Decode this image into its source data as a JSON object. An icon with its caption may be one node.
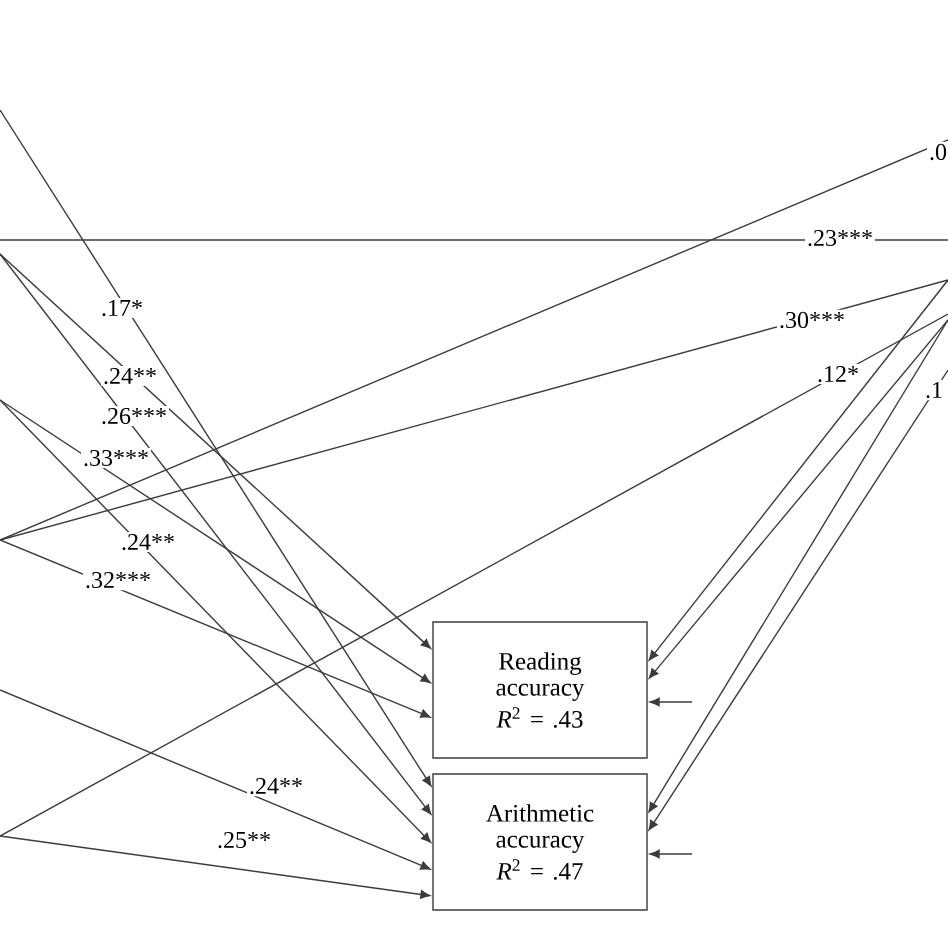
{
  "diagram": {
    "nodes": [
      {
        "text": [
          "Reading accuracy",
          "*R*$^{2}$ = .43"
        ]
      },
      {
        "text": [
          "Arithmetic accuracy",
          "*R*$^{2}$ = .47"
        ]
      }
    ],
    "edges": [
      {
        "from": null,
        "to": 1,
        "arrow": "to",
        "label": ".17*"
      },
      {
        "from": null,
        "to": 0,
        "arrow": "to",
        "label": ".24**"
      },
      {
        "from": null,
        "to": 1,
        "arrow": "to",
        "label": ".26***"
      },
      {
        "from": null,
        "to": 0,
        "arrow": "to",
        "label": ".33***"
      },
      {
        "from": null,
        "to": 1,
        "arrow": "to",
        "label": ".24**"
      },
      {
        "from": null,
        "to": 0,
        "arrow": "to",
        "label": ".32***"
      },
      {
        "from": null,
        "to": 1,
        "arrow": "to",
        "label": ".24**"
      },
      {
        "from": null,
        "to": 1,
        "arrow": "to",
        "label": ".25**"
      },
      {
        "from": null,
        "to": 0,
        "arrow": "to"
      },
      {
        "from": null,
        "to": 0,
        "arrow": "to"
      },
      {
        "from": null,
        "to": 1,
        "arrow": "to"
      },
      {
        "from": null,
        "to": 1,
        "arrow": "to",
        "label": ".1"
      },
      {
        "from": null,
        "to": 0,
        "arrow": "to"
      },
      {
        "from": null,
        "to": 1,
        "arrow": "to"
      }
    ],
    "labels": [
      ".0",
      ".23***",
      ".30***",
      ".12*"
    ]
  }
}
